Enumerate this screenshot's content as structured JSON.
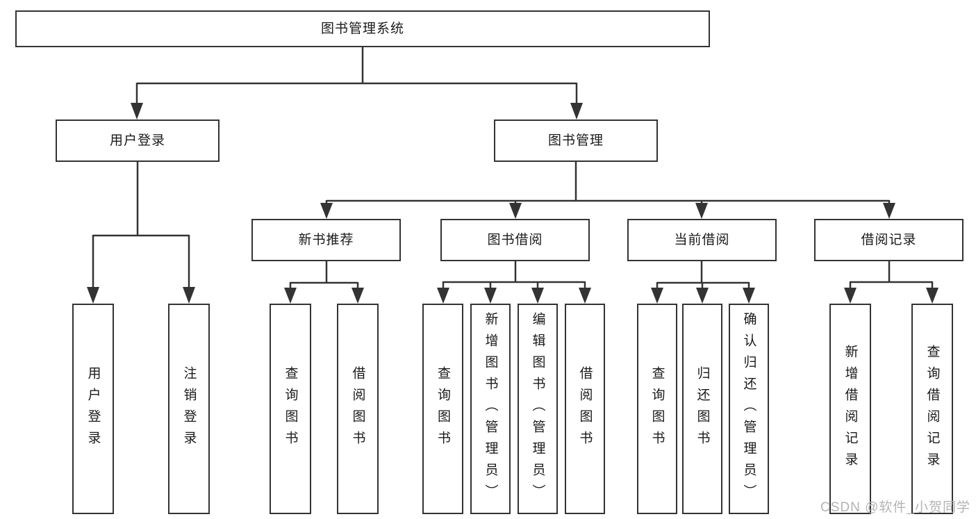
{
  "diagram": {
    "type": "tree",
    "root": {
      "label": "图书管理系统"
    },
    "branches": [
      {
        "label": "用户登录",
        "children": [
          "用户登录",
          "注销登录"
        ]
      },
      {
        "label": "图书管理",
        "children": [
          {
            "label": "新书推荐",
            "children": [
              "查询图书",
              "借阅图书"
            ]
          },
          {
            "label": "图书借阅",
            "children": [
              "查询图书",
              "新增图书（管理员）",
              "编辑图书（管理员）",
              "借阅图书"
            ]
          },
          {
            "label": "当前借阅",
            "children": [
              "查询图书",
              "归还图书",
              "确认归还（管理员）"
            ]
          },
          {
            "label": "借阅记录",
            "children": [
              "新增借阅记录",
              "查询借阅记录"
            ]
          }
        ]
      }
    ]
  },
  "watermark": "CSDN @软件_小贺同学",
  "colors": {
    "line": "#333333",
    "box_border": "#333333",
    "box_fill": "#ffffff",
    "text": "#1a1a1a",
    "watermark": "#b3b3b3"
  }
}
